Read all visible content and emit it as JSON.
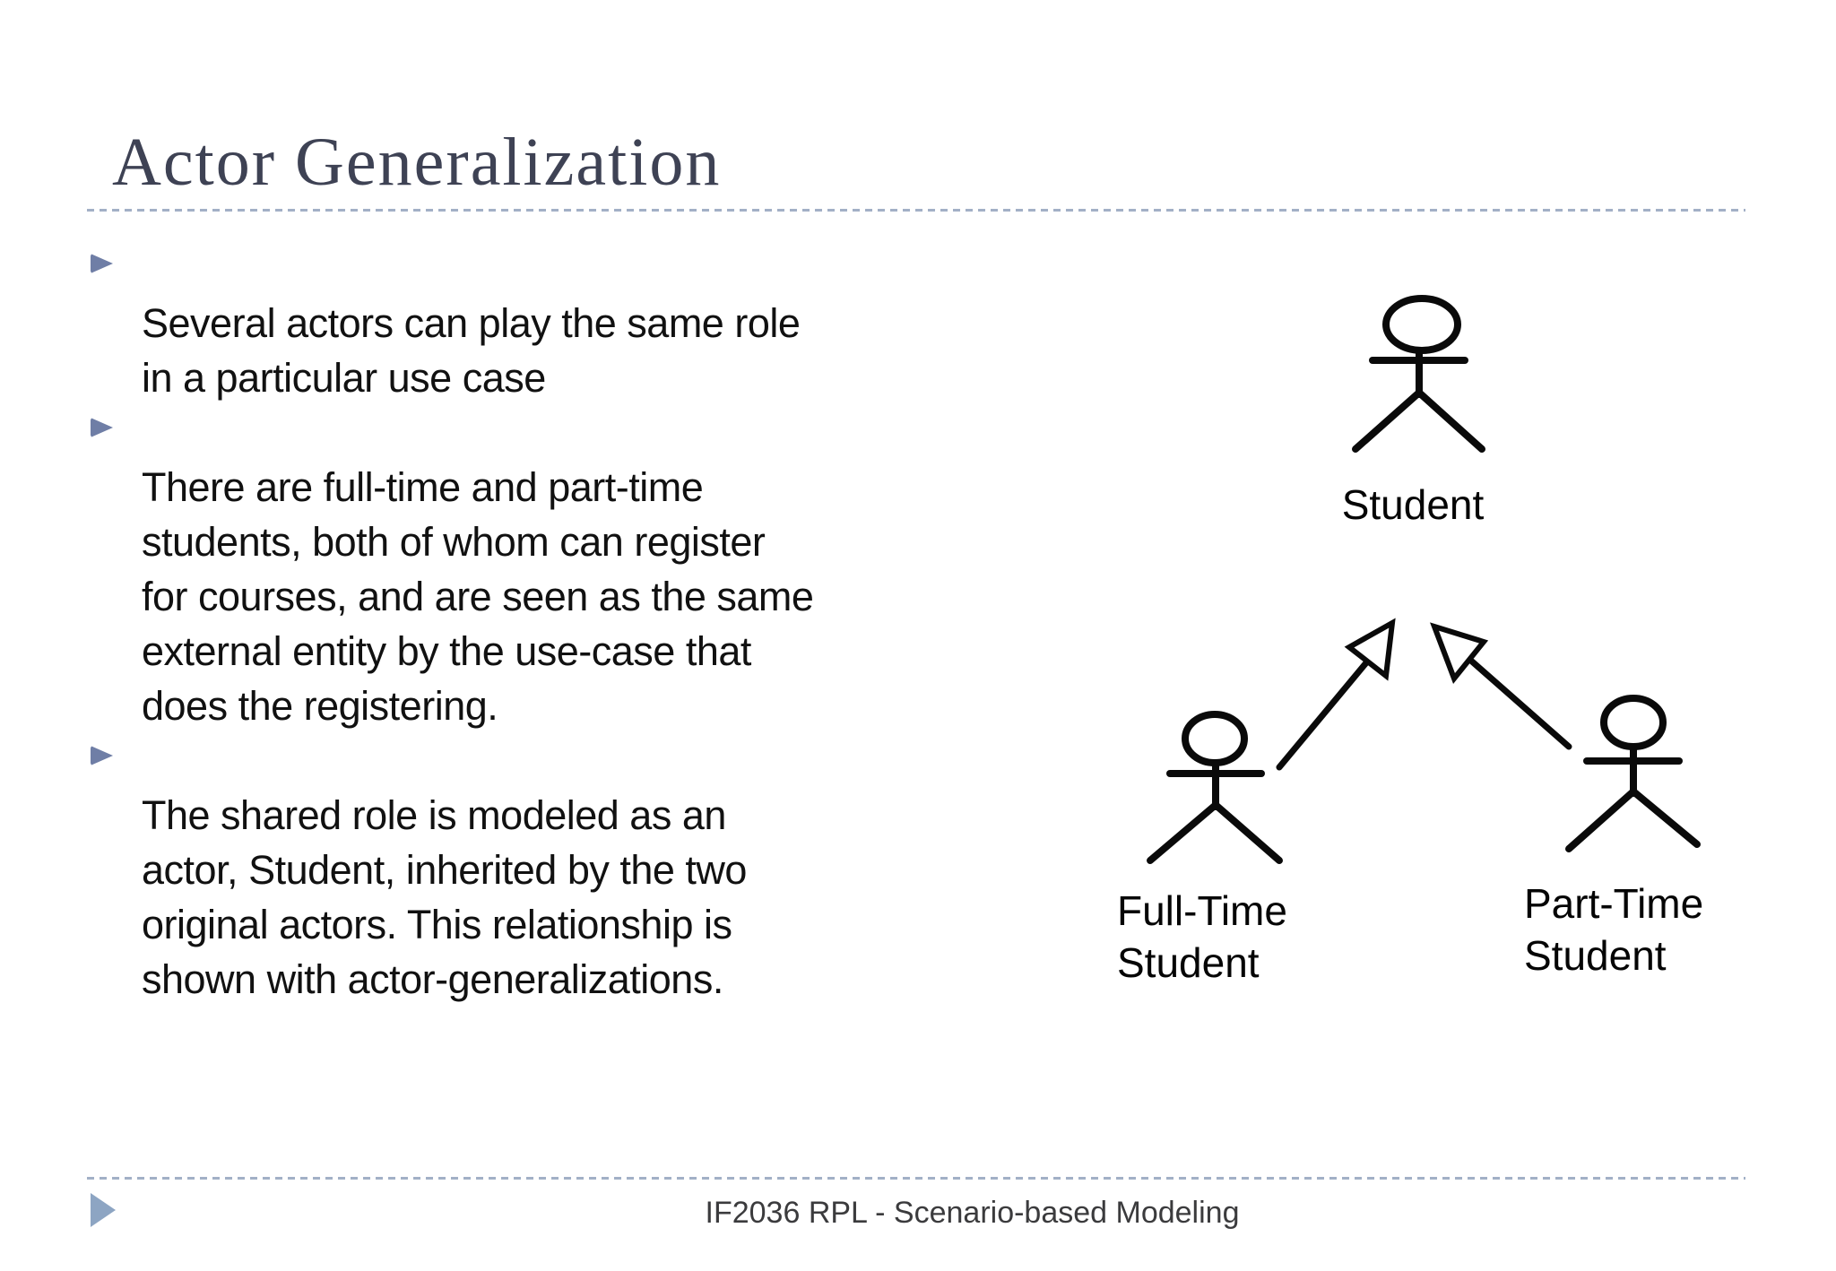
{
  "slide": {
    "title": "Actor Generalization",
    "bullets": [
      {
        "lines": [
          "Several actors can play the same role",
          "in a particular use case"
        ]
      },
      {
        "lines": [
          "There are full-time and part-time",
          "students, both of whom can register",
          "for courses, and are seen as the same",
          "external entity by the use-case that",
          "does the registering."
        ]
      },
      {
        "lines": [
          "The shared role is modeled as an",
          "actor, Student, inherited by the two",
          "original actors. This relationship is",
          "shown with actor-generalizations."
        ]
      }
    ],
    "diagram": {
      "parent_actor": {
        "label": "Student"
      },
      "child_actors": [
        {
          "label_lines": [
            "Full-Time",
            "Student"
          ]
        },
        {
          "label_lines": [
            "Part-Time",
            "Student"
          ]
        }
      ]
    },
    "footer": {
      "text": "IF2036 RPL - Scenario-based Modeling"
    },
    "colors": {
      "background": "#FFFFFF",
      "title_text": "#3E4254",
      "body_text": "#111111",
      "bullet_marker": "#6F7EA6",
      "divider_dash": "#A2B0C6",
      "footer_pointer": "#8DA5C3",
      "footer_text": "#3B3B3D",
      "diagram_stroke": "#0A0A0A"
    }
  }
}
